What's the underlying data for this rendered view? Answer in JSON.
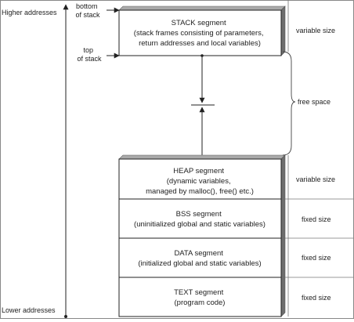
{
  "addresses": {
    "higher": "Higher addresses",
    "lower": "Lower addresses"
  },
  "pointers": {
    "bottom_of_stack": [
      "bottom",
      "of stack"
    ],
    "top_of_stack": [
      "top",
      "of stack"
    ]
  },
  "segments": {
    "stack": {
      "lines": [
        "STACK segment",
        "(stack frames consisting of parameters,",
        "return addresses and local variables)"
      ],
      "size": "variable size"
    },
    "heap": {
      "lines": [
        "HEAP segment",
        "(dynamic variables,",
        "managed by malloc(), free() etc.)"
      ],
      "size": "variable size"
    },
    "bss": {
      "lines": [
        "BSS segment",
        "(uninitialized global and static variables)"
      ],
      "size": "fixed size"
    },
    "data": {
      "lines": [
        "DATA segment",
        "(initialized global and static variables)"
      ],
      "size": "fixed size"
    },
    "text": {
      "lines": [
        "TEXT segment",
        "(program code)"
      ],
      "size": "fixed size"
    }
  },
  "free_space": "free space"
}
